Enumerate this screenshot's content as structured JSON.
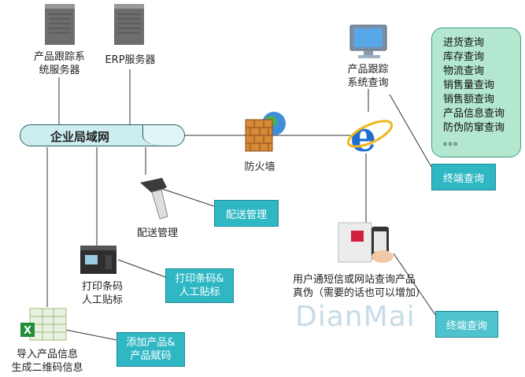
{
  "nodes": {
    "tracking_server": {
      "label_line1": "产品跟踪系",
      "label_line2": "统服务器"
    },
    "erp_server": {
      "label": "ERP服务器"
    },
    "tracking_query": {
      "label_line1": "产品跟踪",
      "label_line2": "系统查询"
    },
    "lan": {
      "label": "企业局域网"
    },
    "firewall": {
      "label": "防火墙"
    },
    "scanner": {
      "label": "配送管理"
    },
    "printer": {
      "label_line1": "打印条码",
      "label_line2": "人工贴标"
    },
    "excel": {
      "label_line1": "导入产品信息",
      "label_line2": "生成二维码信息"
    },
    "mobile": {
      "label_line1": "用户通短信或网站查询产品",
      "label_line2": "真伪（需要的话也可以增加）"
    }
  },
  "callouts": {
    "terminal_query_top": "终端查询",
    "delivery": "配送管理",
    "print": {
      "line1": "打印条码&",
      "line2": "人工贴标"
    },
    "add_product": {
      "line1": "添加产品&",
      "line2": "产品赋码"
    },
    "terminal_query_bottom": "终端查询"
  },
  "query_list": [
    "进货查询",
    "库存查询",
    "物流查询",
    "销售量查询",
    "销售额查询",
    "产品信息查询",
    "防伪防窜查询",
    "。。。"
  ],
  "watermark": "DianMai",
  "colors": {
    "teal": "#2fb7c4",
    "lan_fill": "#cdeef0",
    "query_fill": "#b4e7cf",
    "ie_blue": "#1e6fd1"
  }
}
